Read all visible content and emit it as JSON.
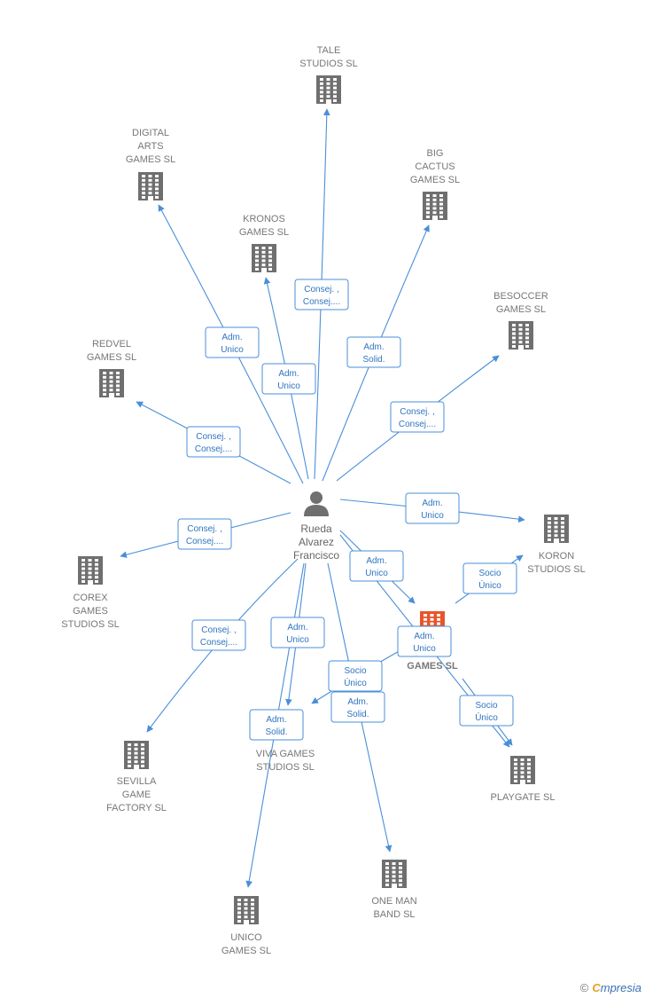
{
  "center": {
    "id": "person",
    "label": [
      "Rueda",
      "Alvarez",
      "Francisco"
    ]
  },
  "nodes": [
    {
      "id": "tale",
      "label": [
        "TALE",
        "STUDIOS  SL"
      ],
      "kind": "company"
    },
    {
      "id": "digital",
      "label": [
        "DIGITAL",
        "ARTS",
        "GAMES  SL"
      ],
      "kind": "company"
    },
    {
      "id": "bigcactus",
      "label": [
        "BIG",
        "CACTUS",
        "GAMES  SL"
      ],
      "kind": "company"
    },
    {
      "id": "kronos",
      "label": [
        "KRONOS",
        "GAMES  SL"
      ],
      "kind": "company"
    },
    {
      "id": "besoccer",
      "label": [
        "BESOCCER",
        "GAMES  SL"
      ],
      "kind": "company"
    },
    {
      "id": "redvel",
      "label": [
        "REDVEL",
        "GAMES  SL"
      ],
      "kind": "company"
    },
    {
      "id": "koron",
      "label": [
        "KORON",
        "STUDIOS  SL"
      ],
      "kind": "company"
    },
    {
      "id": "corex",
      "label": [
        "COREX",
        "GAMES",
        "STUDIOS  SL"
      ],
      "kind": "company"
    },
    {
      "id": "games",
      "label": [
        "GAMES  SL"
      ],
      "kind": "main"
    },
    {
      "id": "viva",
      "label": [
        "VIVA GAMES",
        "STUDIOS  SL"
      ],
      "kind": "company"
    },
    {
      "id": "sevilla",
      "label": [
        "SEVILLA",
        "GAME",
        "FACTORY  SL"
      ],
      "kind": "company"
    },
    {
      "id": "playgate",
      "label": [
        "PLAYGATE  SL"
      ],
      "kind": "company"
    },
    {
      "id": "onemanband",
      "label": [
        "ONE MAN",
        "BAND  SL"
      ],
      "kind": "company"
    },
    {
      "id": "unico",
      "label": [
        "UNICO",
        "GAMES  SL"
      ],
      "kind": "company"
    }
  ],
  "edges": [
    {
      "from": "person",
      "to": "tale",
      "label": [
        "Consej. ,",
        "Consej...."
      ]
    },
    {
      "from": "person",
      "to": "digital",
      "label": [
        "Adm.",
        "Unico"
      ]
    },
    {
      "from": "person",
      "to": "bigcactus",
      "label": [
        "Adm.",
        "Solid."
      ]
    },
    {
      "from": "person",
      "to": "kronos",
      "label": [
        "Adm.",
        "Unico"
      ]
    },
    {
      "from": "person",
      "to": "besoccer",
      "label": [
        "Consej. ,",
        "Consej...."
      ]
    },
    {
      "from": "person",
      "to": "redvel",
      "label": [
        "Consej. ,",
        "Consej...."
      ]
    },
    {
      "from": "person",
      "to": "koron",
      "label": [
        "Adm.",
        "Unico"
      ]
    },
    {
      "from": "person",
      "to": "corex",
      "label": [
        "Consej. ,",
        "Consej...."
      ]
    },
    {
      "from": "person",
      "to": "games",
      "label": [
        "Adm.",
        "Unico"
      ]
    },
    {
      "from": "person",
      "to": "viva",
      "label": [
        "Adm.",
        "Unico"
      ]
    },
    {
      "from": "person",
      "to": "sevilla",
      "label": [
        "Consej. ,",
        "Consej...."
      ]
    },
    {
      "from": "person",
      "to": "onemanband",
      "label": [
        "Adm.",
        "Solid."
      ]
    },
    {
      "from": "person",
      "to": "unico",
      "label": [
        "Adm.",
        "Solid."
      ]
    },
    {
      "from": "games",
      "to": "koron",
      "label": [
        "Socio",
        "Único"
      ]
    },
    {
      "from": "games",
      "to": "viva",
      "label": [
        "Socio",
        "Único"
      ]
    },
    {
      "from": "games",
      "to": "playgate",
      "label": [
        "Socio",
        "Único"
      ]
    },
    {
      "from": "person",
      "to": "playgate",
      "label": [
        "Adm.",
        "Unico"
      ]
    }
  ],
  "watermark": {
    "copyright": "©",
    "brand_initial": "C",
    "brand_rest": "mpresia"
  },
  "colors": {
    "edge": "#4a8fd8",
    "company_icon": "#6f6f6f",
    "main_icon": "#e8552c",
    "label": "#777777"
  }
}
